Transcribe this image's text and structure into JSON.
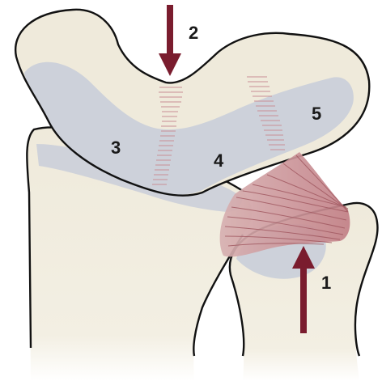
{
  "diagram": {
    "labels": {
      "arrow_1": "1",
      "arrow_2": "2",
      "region_3": "3",
      "region_4": "4",
      "region_5": "5"
    },
    "colors": {
      "bone": "#efeadb",
      "cartilage": "#c9ced9",
      "ligament": "#c98f95",
      "ligament_line": "#a25a62",
      "arrow": "#7a1c2e",
      "outline": "#111111"
    }
  }
}
